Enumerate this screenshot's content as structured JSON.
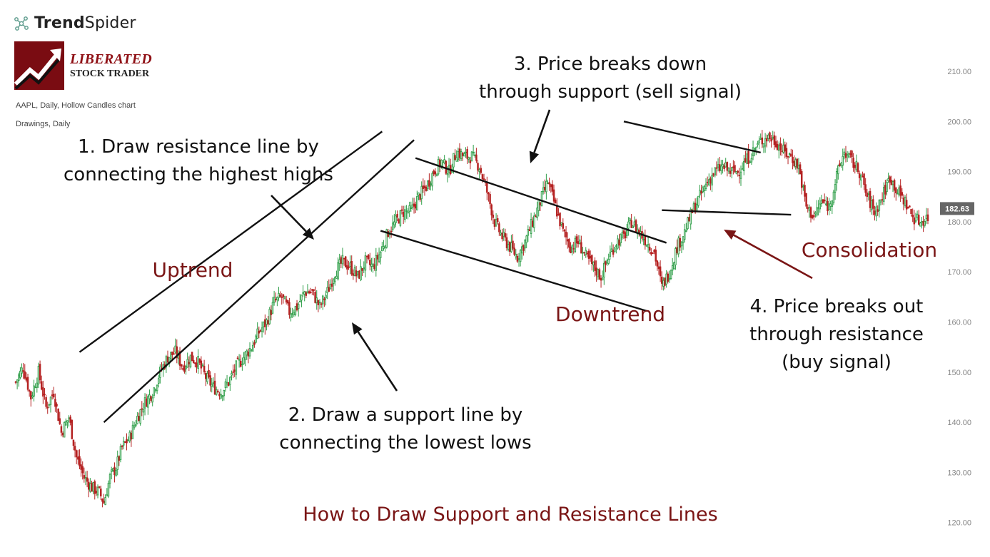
{
  "brand": {
    "name_bold": "Trend",
    "name_rest": "Spider",
    "logo_line1": "LIBERATED",
    "logo_line2": "STOCK TRADER"
  },
  "meta": {
    "chart_desc": "AAPL, Daily, Hollow Candles chart",
    "drawings": "Drawings, Daily"
  },
  "colors": {
    "up": "#2e9e48",
    "down": "#b52222",
    "annotation": "#7a1515",
    "text": "#111111",
    "axis": "#888888",
    "price_tag": "#666666"
  },
  "chart_data": {
    "type": "candlestick",
    "title": "How to Draw Support and Resistance Lines",
    "ylim": [
      120,
      214
    ],
    "y_ticks": [
      210,
      200,
      190,
      180,
      170,
      160,
      150,
      140,
      130,
      120
    ],
    "y_tick_labels": [
      "210.00",
      "200.00",
      "190.00",
      "180.00",
      "170.00",
      "160.00",
      "150.00",
      "140.00",
      "130.00",
      "120.00"
    ],
    "last_price": 182.63,
    "last_price_label": "182.63",
    "close_path": [
      [
        0,
        148
      ],
      [
        5,
        151
      ],
      [
        10,
        145
      ],
      [
        15,
        150
      ],
      [
        20,
        143
      ],
      [
        25,
        146
      ],
      [
        30,
        138
      ],
      [
        35,
        141
      ],
      [
        40,
        133
      ],
      [
        45,
        129
      ],
      [
        50,
        127
      ],
      [
        55,
        126
      ],
      [
        58,
        124
      ],
      [
        62,
        129
      ],
      [
        66,
        131
      ],
      [
        70,
        135
      ],
      [
        75,
        137
      ],
      [
        80,
        141
      ],
      [
        85,
        144
      ],
      [
        90,
        146
      ],
      [
        95,
        150
      ],
      [
        100,
        153
      ],
      [
        105,
        154
      ],
      [
        110,
        151
      ],
      [
        115,
        153
      ],
      [
        120,
        152
      ],
      [
        125,
        149
      ],
      [
        130,
        147
      ],
      [
        135,
        146
      ],
      [
        140,
        148
      ],
      [
        145,
        151
      ],
      [
        150,
        153
      ],
      [
        155,
        155
      ],
      [
        160,
        158
      ],
      [
        165,
        160
      ],
      [
        170,
        164
      ],
      [
        175,
        165
      ],
      [
        180,
        162
      ],
      [
        185,
        163
      ],
      [
        190,
        166
      ],
      [
        195,
        166
      ],
      [
        200,
        163
      ],
      [
        205,
        166
      ],
      [
        210,
        170
      ],
      [
        215,
        172
      ],
      [
        220,
        171
      ],
      [
        225,
        169
      ],
      [
        230,
        172
      ],
      [
        235,
        171
      ],
      [
        240,
        174
      ],
      [
        245,
        178
      ],
      [
        250,
        180
      ],
      [
        255,
        182
      ],
      [
        260,
        182
      ],
      [
        265,
        185
      ],
      [
        270,
        187
      ],
      [
        275,
        190
      ],
      [
        280,
        192
      ],
      [
        285,
        190
      ],
      [
        290,
        194
      ],
      [
        295,
        193
      ],
      [
        300,
        193
      ],
      [
        305,
        191
      ],
      [
        310,
        186
      ],
      [
        315,
        180
      ],
      [
        320,
        177
      ],
      [
        325,
        175
      ],
      [
        330,
        173
      ],
      [
        335,
        176
      ],
      [
        340,
        180
      ],
      [
        345,
        184
      ],
      [
        350,
        188
      ],
      [
        355,
        183
      ],
      [
        360,
        178
      ],
      [
        365,
        175
      ],
      [
        370,
        176
      ],
      [
        375,
        173
      ],
      [
        380,
        171
      ],
      [
        385,
        169
      ],
      [
        390,
        173
      ],
      [
        395,
        176
      ],
      [
        400,
        177
      ],
      [
        405,
        180
      ],
      [
        410,
        178
      ],
      [
        415,
        176
      ],
      [
        420,
        174
      ],
      [
        425,
        167
      ],
      [
        430,
        170
      ],
      [
        435,
        175
      ],
      [
        440,
        178
      ],
      [
        445,
        182
      ],
      [
        450,
        185
      ],
      [
        455,
        188
      ],
      [
        460,
        190
      ],
      [
        465,
        191
      ],
      [
        470,
        190
      ],
      [
        475,
        190
      ],
      [
        480,
        192
      ],
      [
        485,
        194
      ],
      [
        490,
        196
      ],
      [
        495,
        197
      ],
      [
        500,
        196
      ],
      [
        505,
        194
      ],
      [
        510,
        193
      ],
      [
        515,
        191
      ],
      [
        520,
        183
      ],
      [
        525,
        181
      ],
      [
        530,
        184
      ],
      [
        535,
        183
      ],
      [
        540,
        189
      ],
      [
        545,
        194
      ],
      [
        550,
        192
      ],
      [
        555,
        190
      ],
      [
        560,
        185
      ],
      [
        565,
        182
      ],
      [
        570,
        185
      ],
      [
        575,
        189
      ],
      [
        580,
        186
      ],
      [
        585,
        184
      ],
      [
        590,
        181
      ],
      [
        595,
        180
      ],
      [
        600,
        181
      ]
    ],
    "lines": [
      {
        "name": "resistance-uptrend",
        "from": [
          42,
          154.0
        ],
        "to": [
          241,
          198.0
        ]
      },
      {
        "name": "support-uptrend",
        "from": [
          58,
          140.0
        ],
        "to": [
          262,
          196.3
        ]
      },
      {
        "name": "resistance-downtrend",
        "from": [
          263,
          192.7
        ],
        "to": [
          428,
          175.8
        ]
      },
      {
        "name": "support-downtrend",
        "from": [
          240,
          178.2
        ],
        "to": [
          415,
          162.2
        ]
      },
      {
        "name": "resistance-consolidation",
        "from": [
          400,
          200.0
        ],
        "to": [
          490,
          193.8
        ]
      },
      {
        "name": "support-consolidation",
        "from": [
          425,
          182.3
        ],
        "to": [
          510,
          181.4
        ]
      }
    ],
    "annotations": [
      {
        "id": "a1",
        "lines": [
          "1. Draw resistance line by",
          "connecting the highest highs"
        ],
        "x": 278,
        "y": 214,
        "color": "text",
        "size": 26
      },
      {
        "id": "a2",
        "lines": [
          "2. Draw a support line by",
          "connecting the lowest lows"
        ],
        "x": 568,
        "y": 590,
        "color": "text",
        "size": 26
      },
      {
        "id": "a3",
        "lines": [
          "3. Price breaks down",
          "through support (sell signal)"
        ],
        "x": 855,
        "y": 98,
        "color": "text",
        "size": 26
      },
      {
        "id": "a4",
        "lines": [
          "4. Price breaks out",
          "through resistance",
          "(buy signal)"
        ],
        "x": 1172,
        "y": 438,
        "color": "text",
        "size": 26
      },
      {
        "id": "uptrend",
        "lines": [
          "Uptrend"
        ],
        "x": 270,
        "y": 388,
        "color": "annotation",
        "size": 28
      },
      {
        "id": "downtrend",
        "lines": [
          "Downtrend"
        ],
        "x": 855,
        "y": 450,
        "color": "annotation",
        "size": 28
      },
      {
        "id": "consolidation",
        "lines": [
          "Consolidation"
        ],
        "x": 1218,
        "y": 360,
        "color": "annotation",
        "size": 28
      }
    ],
    "arrows": [
      {
        "id": "arrow-1",
        "from": [
          380,
          274
        ],
        "to": [
          440,
          336
        ],
        "color": "text"
      },
      {
        "id": "arrow-2",
        "from": [
          556,
          548
        ],
        "to": [
          493,
          452
        ],
        "color": "text"
      },
      {
        "id": "arrow-3",
        "from": [
          770,
          154
        ],
        "to": [
          743,
          229
        ],
        "color": "text"
      },
      {
        "id": "arrow-4",
        "from": [
          1138,
          390
        ],
        "to": [
          1014,
          322
        ],
        "color": "annotation"
      }
    ]
  }
}
